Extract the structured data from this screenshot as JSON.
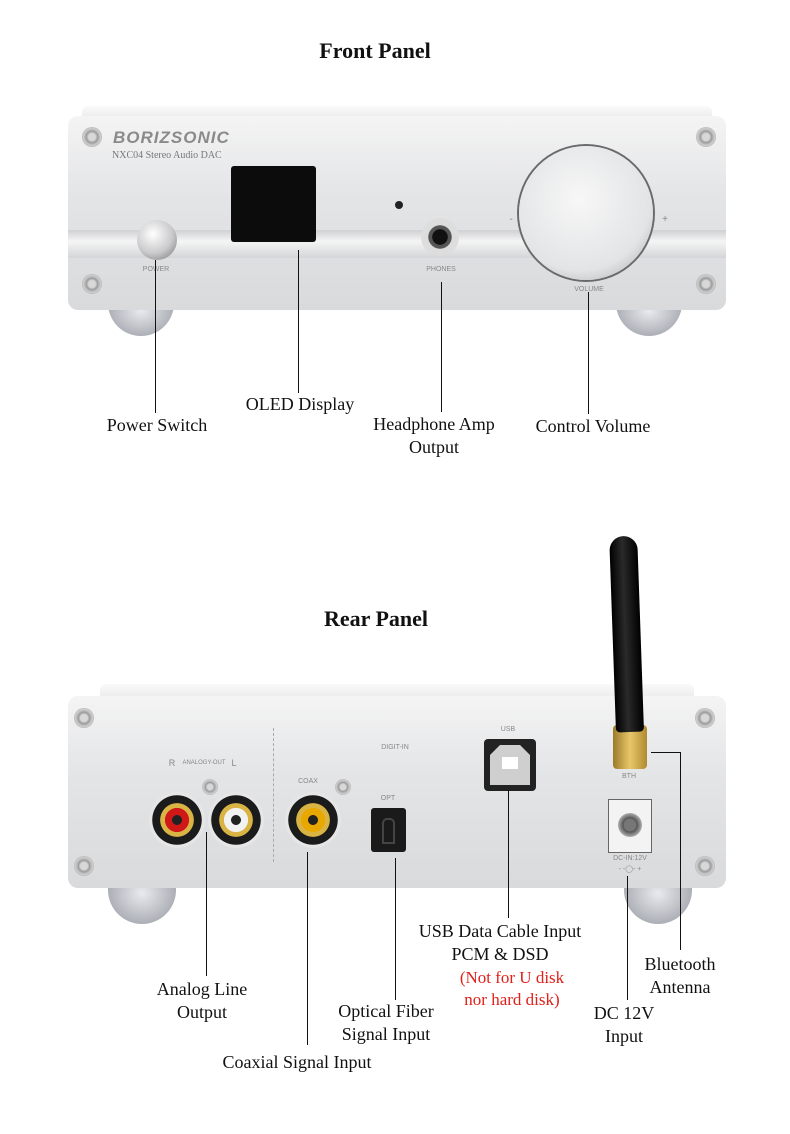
{
  "front": {
    "title": "Front Panel",
    "brand": "BORIZSONIC",
    "model": "NXC04 Stereo Audio DAC",
    "panel_text": {
      "power": "POWER",
      "phones": "PHONES",
      "volume": "VOLUME",
      "minus": "-",
      "plus": "+"
    },
    "labels": {
      "power_switch": "Power Switch",
      "oled_display": "OLED Display",
      "headphone_line1": "Headphone Amp",
      "headphone_line2": "Output",
      "control_volume": "Control Volume"
    }
  },
  "rear": {
    "title": "Rear Panel",
    "panel_text": {
      "r": "R",
      "analog_out": "ANALOGY-OUT",
      "l": "L",
      "digit_in": "DIGIT-IN",
      "coax": "COAX",
      "opt": "OPT",
      "usb": "USB",
      "bth": "BTH",
      "dc_in": "DC-IN:12V",
      "polarity": "- -◯- +"
    },
    "labels": {
      "analog_line1": "Analog Line",
      "analog_line2": "Output",
      "coaxial": "Coaxial Signal Input",
      "optical_line1": "Optical Fiber",
      "optical_line2": "Signal Input",
      "usb_line1": "USB Data Cable Input",
      "usb_line2": "PCM & DSD",
      "usb_note1": "(Not for U disk",
      "usb_note2": "nor hard disk)",
      "dc_line1": "DC 12V",
      "dc_line2": "Input",
      "bt_line1": "Bluetooth",
      "bt_line2": "Antenna"
    }
  },
  "colors": {
    "note": "#e0201a",
    "rca_red": "#d01818",
    "rca_white": "#f2f2f2",
    "rca_yellow": "#e8a800"
  }
}
